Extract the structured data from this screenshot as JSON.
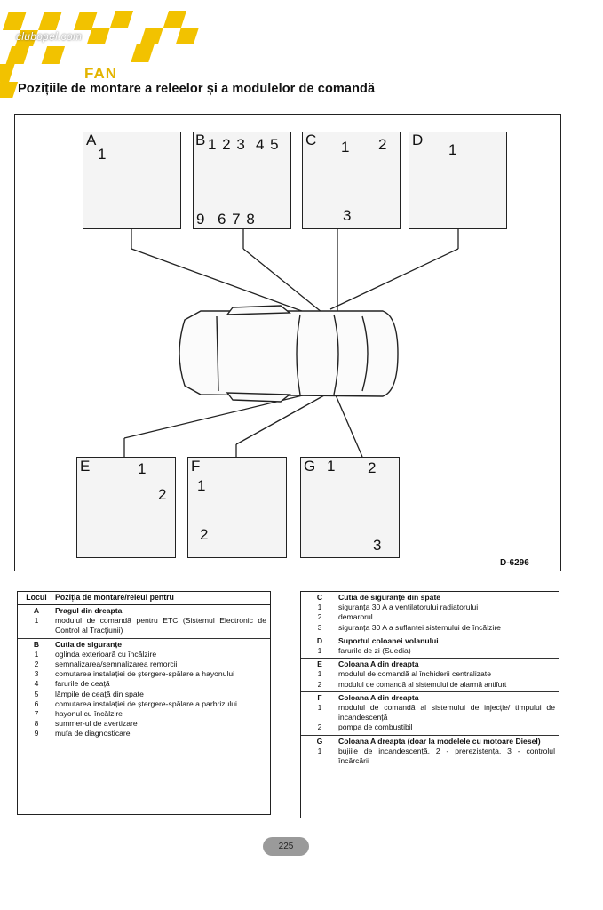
{
  "logo": {
    "site": "clubopel.com",
    "fan": "FAN"
  },
  "page": {
    "title": "Pozițiile de montare a releelor și a modulelor de comandă",
    "figure_code": "D-6296",
    "page_number": "225"
  },
  "panels": [
    {
      "letter": "A",
      "numbers": [
        "1"
      ]
    },
    {
      "letter": "B",
      "numbers": [
        "1 2 3",
        "4 5",
        "9",
        "6 7 8"
      ]
    },
    {
      "letter": "C",
      "numbers": [
        "1",
        "2",
        "3"
      ]
    },
    {
      "letter": "D",
      "numbers": [
        "1"
      ]
    },
    {
      "letter": "E",
      "numbers": [
        "1",
        "2"
      ]
    },
    {
      "letter": "F",
      "numbers": [
        "1",
        "2"
      ]
    },
    {
      "letter": "G",
      "numbers": [
        "1",
        "2",
        "3"
      ]
    }
  ],
  "left_table": {
    "header": {
      "col1": "Locul",
      "col2": "Poziția de montare/releul pentru"
    },
    "sections": [
      {
        "code": "A",
        "title": "Pragul din dreapta",
        "items": [
          {
            "n": "1",
            "text": "modulul de comandă pentru ETC (Sistemul Electronic de Control al Tracțiunii)"
          }
        ]
      },
      {
        "code": "B",
        "title": "Cutia de siguranțe",
        "items": [
          {
            "n": "1",
            "text": "oglinda exterioară cu încălzire"
          },
          {
            "n": "2",
            "text": "semnalizarea/semnalizarea remorcii"
          },
          {
            "n": "3",
            "text": "comutarea instalației de ștergere-spălare a hayonului"
          },
          {
            "n": "4",
            "text": "farurile de ceață"
          },
          {
            "n": "5",
            "text": "lămpile de ceață din spate"
          },
          {
            "n": "6",
            "text": "comutarea instalației de ștergere-spălare a parbrizului"
          },
          {
            "n": "7",
            "text": "hayonul cu încălzire"
          },
          {
            "n": "8",
            "text": "summer-ul de avertizare"
          },
          {
            "n": "9",
            "text": "mufa de diagnosticare"
          }
        ]
      }
    ]
  },
  "right_table": {
    "sections": [
      {
        "code": "C",
        "title": "Cutia de siguranțe din spate",
        "items": [
          {
            "n": "1",
            "text": "siguranța 30 A a ventilatorului radiatorului"
          },
          {
            "n": "2",
            "text": "demarorul"
          },
          {
            "n": "3",
            "text": "siguranța 30 A a suflantei sistemului de încălzire"
          }
        ]
      },
      {
        "code": "D",
        "title": "Suportul coloanei volanului",
        "items": [
          {
            "n": "1",
            "text": "farurile de zi (Suedia)"
          }
        ]
      },
      {
        "code": "E",
        "title": "Coloana A din dreapta",
        "items": [
          {
            "n": "1",
            "text": "modulul de comandă al închiderii centralizate"
          },
          {
            "n": "2",
            "text": "modulul de comandă al sistemului de alarmă antifurt"
          }
        ]
      },
      {
        "code": "F",
        "title": "Coloana A din dreapta",
        "items": [
          {
            "n": "1",
            "text": "modulul de comandă al sistemului de injecție/ timpului de incandescență"
          },
          {
            "n": "2",
            "text": "pompa de combustibil"
          }
        ]
      },
      {
        "code": "G",
        "title": "Coloana A dreapta (doar la modelele cu motoare Diesel)",
        "items": [
          {
            "n": "1",
            "text": "bujiile de incandescență, 2 - prerezistența, 3 - controlul încărcării"
          }
        ]
      }
    ]
  }
}
